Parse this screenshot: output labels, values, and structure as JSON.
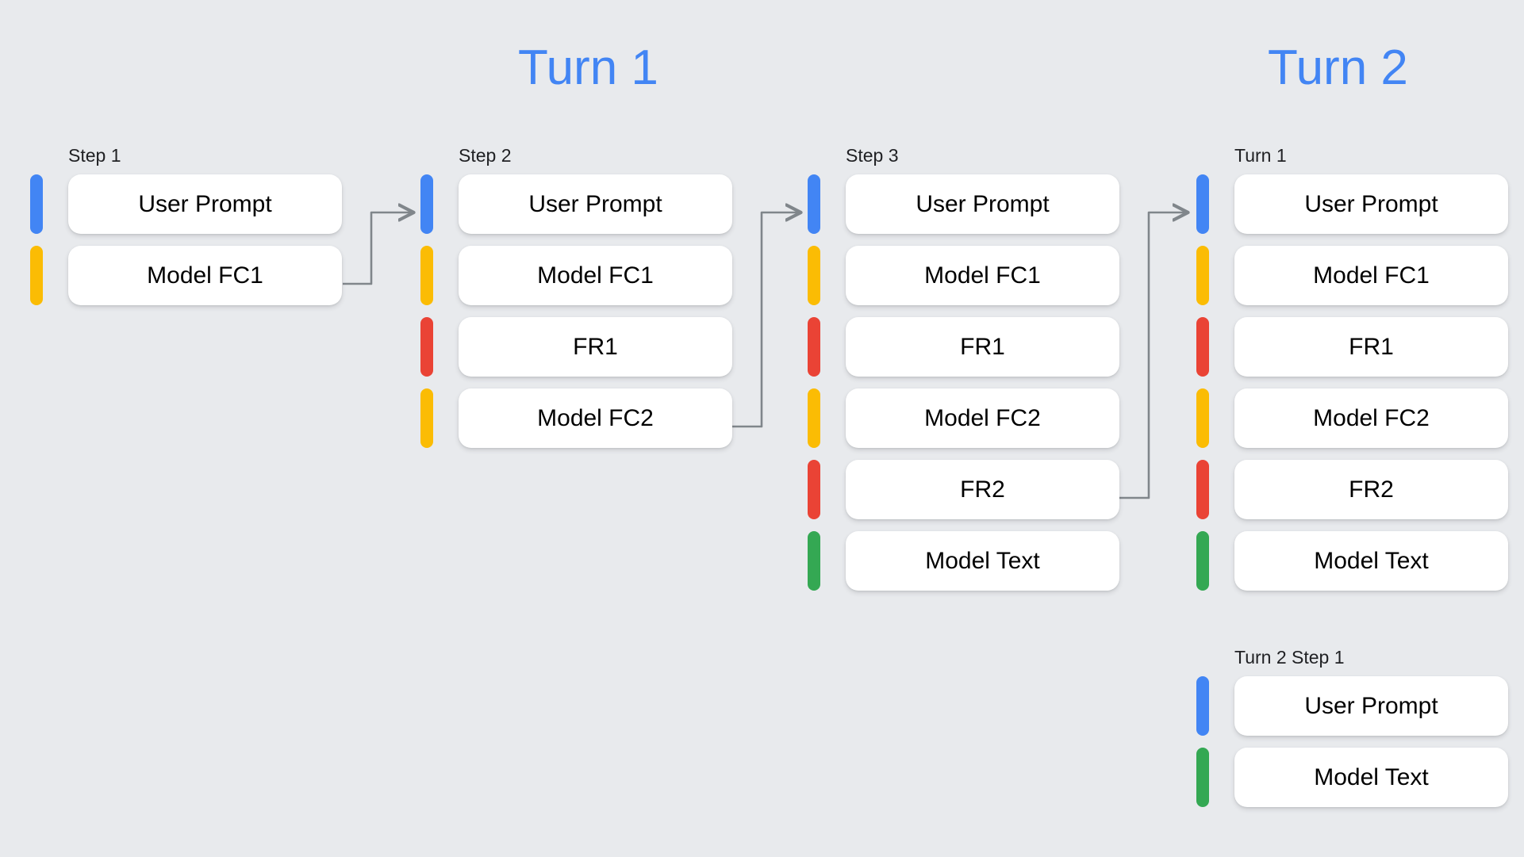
{
  "background_color": "#e8eaed",
  "palette": {
    "blue": "#4285f4",
    "yellow": "#fbbc04",
    "red": "#ea4335",
    "green": "#34a853",
    "card": "#ffffff",
    "text": "#000000",
    "connector": "#80868b"
  },
  "headings": [
    {
      "id": "turn-1",
      "label": "Turn 1"
    },
    {
      "id": "turn-2",
      "label": "Turn 2"
    }
  ],
  "groups": [
    {
      "id": "step1",
      "label": "Step 1",
      "rows": [
        {
          "color": "blue",
          "label": "User Prompt"
        },
        {
          "color": "yellow",
          "label": "Model FC1"
        }
      ]
    },
    {
      "id": "step2",
      "label": "Step 2",
      "rows": [
        {
          "color": "blue",
          "label": "User Prompt"
        },
        {
          "color": "yellow",
          "label": "Model FC1"
        },
        {
          "color": "red",
          "label": "FR1"
        },
        {
          "color": "yellow",
          "label": "Model FC2"
        }
      ]
    },
    {
      "id": "step3",
      "label": "Step 3",
      "rows": [
        {
          "color": "blue",
          "label": "User Prompt"
        },
        {
          "color": "yellow",
          "label": "Model FC1"
        },
        {
          "color": "red",
          "label": "FR1"
        },
        {
          "color": "yellow",
          "label": "Model FC2"
        },
        {
          "color": "red",
          "label": "FR2"
        },
        {
          "color": "green",
          "label": "Model Text"
        }
      ]
    },
    {
      "id": "turn2-turn1",
      "label": "Turn 1",
      "rows": [
        {
          "color": "blue",
          "label": "User Prompt"
        },
        {
          "color": "yellow",
          "label": "Model FC1"
        },
        {
          "color": "red",
          "label": "FR1"
        },
        {
          "color": "yellow",
          "label": "Model FC2"
        },
        {
          "color": "red",
          "label": "FR2"
        },
        {
          "color": "green",
          "label": "Model Text"
        }
      ]
    },
    {
      "id": "turn2-step1",
      "label": "Turn 2 Step 1",
      "rows": [
        {
          "color": "blue",
          "label": "User Prompt"
        },
        {
          "color": "green",
          "label": "Model Text"
        }
      ]
    }
  ],
  "connectors": [
    {
      "id": "step1-to-step2",
      "from": "Model FC1",
      "to": "User Prompt"
    },
    {
      "id": "step2-to-step3",
      "from": "Model FC2",
      "to": "User Prompt"
    },
    {
      "id": "step3-to-turn2",
      "from": "FR2",
      "to": "User Prompt"
    }
  ]
}
